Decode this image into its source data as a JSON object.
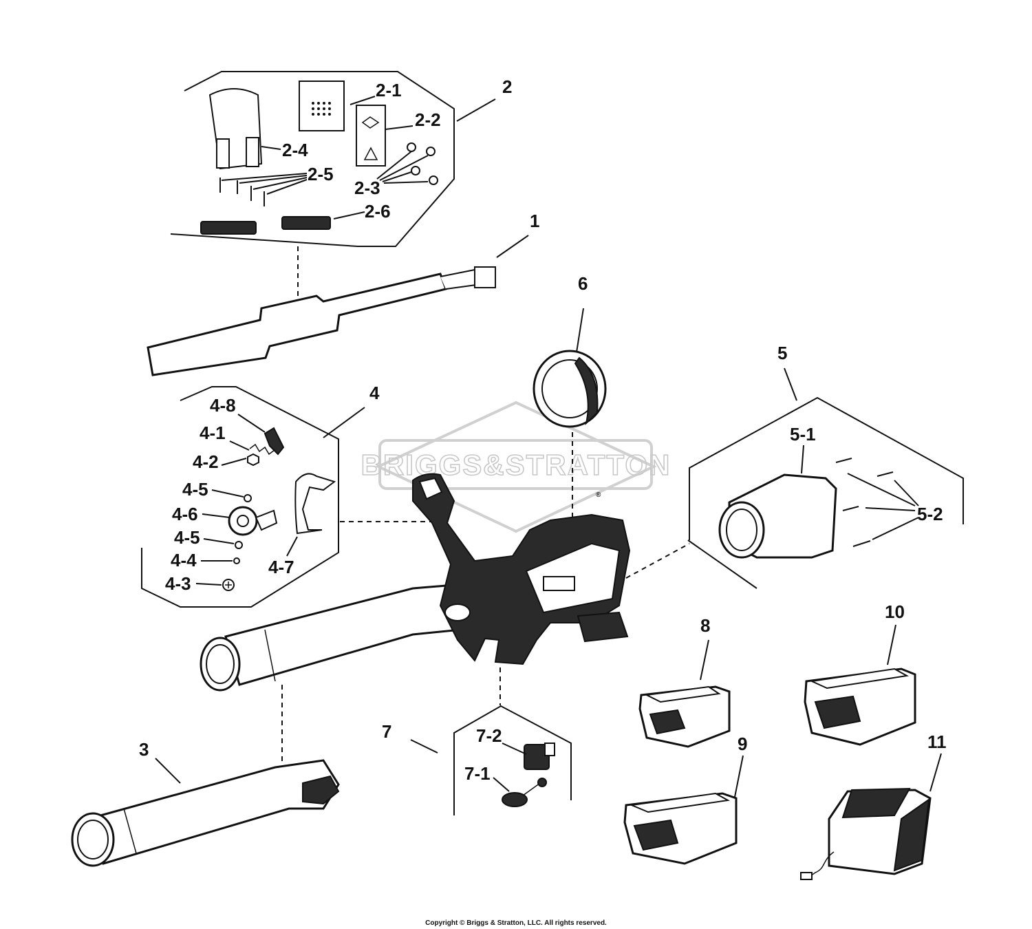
{
  "watermark": {
    "text": "BRIGGS&STRATTON",
    "mark": "®"
  },
  "callouts": {
    "c1": "1",
    "c2": "2",
    "c2_1": "2-1",
    "c2_2": "2-2",
    "c2_3": "2-3",
    "c2_4": "2-4",
    "c2_5": "2-5",
    "c2_6": "2-6",
    "c3": "3",
    "c4": "4",
    "c4_1": "4-1",
    "c4_2": "4-2",
    "c4_3": "4-3",
    "c4_4": "4-4",
    "c4_5a": "4-5",
    "c4_5b": "4-5",
    "c4_6": "4-6",
    "c4_7": "4-7",
    "c4_8": "4-8",
    "c5": "5",
    "c5_1": "5-1",
    "c5_2": "5-2",
    "c6": "6",
    "c7": "7",
    "c7_1": "7-1",
    "c7_2": "7-2",
    "c8": "8",
    "c9": "9",
    "c10": "10",
    "c11": "11"
  },
  "copyright": "Copyright © Briggs & Stratton, LLC. All rights reserved."
}
